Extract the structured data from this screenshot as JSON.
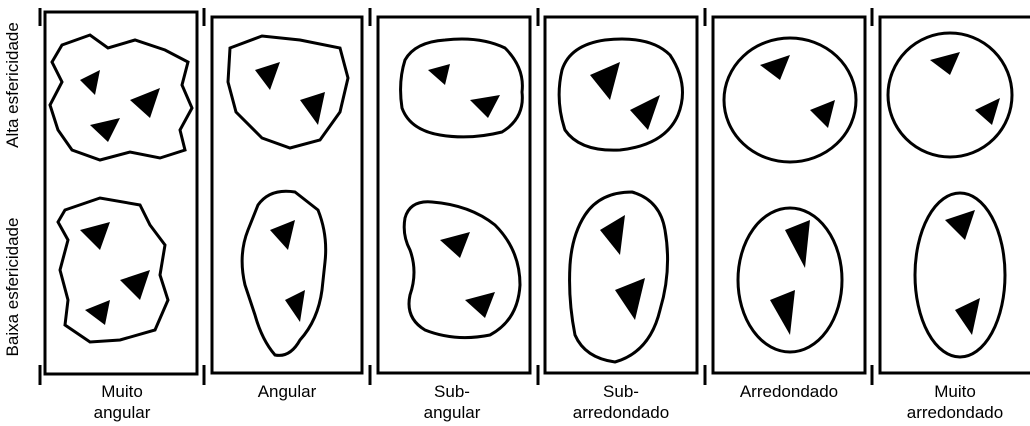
{
  "row_labels": {
    "high_sphericity": "Alta esfericidade",
    "low_sphericity": "Baixa esfericidade"
  },
  "columns": [
    {
      "id": "very-angular",
      "line1": "Muito",
      "line2": "angular"
    },
    {
      "id": "angular",
      "line1": "Angular",
      "line2": ""
    },
    {
      "id": "sub-angular",
      "line1": "Sub-",
      "line2": "angular"
    },
    {
      "id": "sub-rounded",
      "line1": "Sub-",
      "line2": "arredondado"
    },
    {
      "id": "rounded",
      "line1": "Arredondado",
      "line2": ""
    },
    {
      "id": "well-rounded",
      "line1": "Muito",
      "line2": "arredondado"
    }
  ],
  "colors": {
    "ink": "#000000",
    "paper": "#ffffff"
  }
}
